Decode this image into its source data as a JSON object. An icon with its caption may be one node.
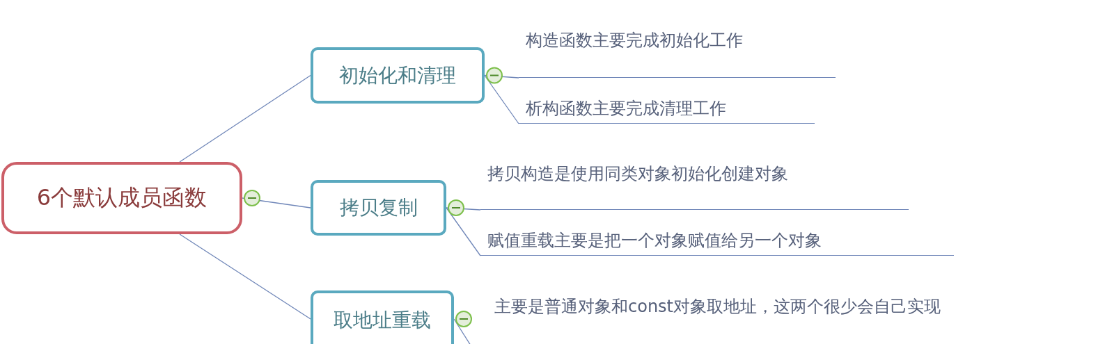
{
  "diagram": {
    "nodes": [
      {
        "text": [
          "6个默认成员函数"
        ]
      },
      {
        "text": [
          "初始化和清理"
        ]
      },
      {
        "text": [
          "拷贝复制"
        ]
      },
      {
        "text": [
          "取地址重载"
        ]
      },
      {
        "text": [
          "构造函数主要完成初始化工作"
        ]
      },
      {
        "text": [
          "析构函数主要完成清理工作"
        ]
      },
      {
        "text": [
          "拷贝构造是使用同类对象初始化创建对象"
        ]
      },
      {
        "text": [
          "赋值重载主要是把一个对象赋值给另一个对象"
        ]
      },
      {
        "text": [
          "主要是普通对象和const对象取地址，这两个很少会自己实现"
        ]
      }
    ],
    "edges": [
      {
        "from": 0,
        "to": 1,
        "arrow": "none"
      },
      {
        "from": 0,
        "to": 2,
        "arrow": "none"
      },
      {
        "from": 0,
        "to": 3,
        "arrow": "none"
      },
      {
        "from": 1,
        "to": 4,
        "arrow": "none"
      },
      {
        "from": 1,
        "to": 5,
        "arrow": "none"
      },
      {
        "from": 2,
        "to": 6,
        "arrow": "none"
      },
      {
        "from": 2,
        "to": 7,
        "arrow": "none"
      },
      {
        "from": 3,
        "to": 8,
        "arrow": "none"
      }
    ]
  }
}
